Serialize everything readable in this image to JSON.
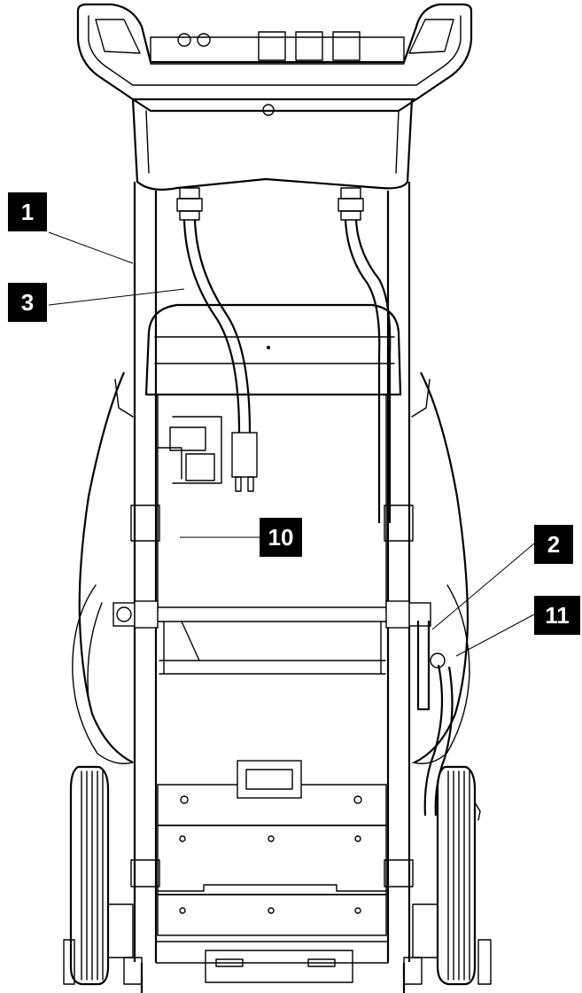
{
  "callouts": [
    {
      "id": "1",
      "label": "1"
    },
    {
      "id": "3",
      "label": "3"
    },
    {
      "id": "10",
      "label": "10"
    },
    {
      "id": "2",
      "label": "2"
    },
    {
      "id": "11",
      "label": "11"
    }
  ]
}
